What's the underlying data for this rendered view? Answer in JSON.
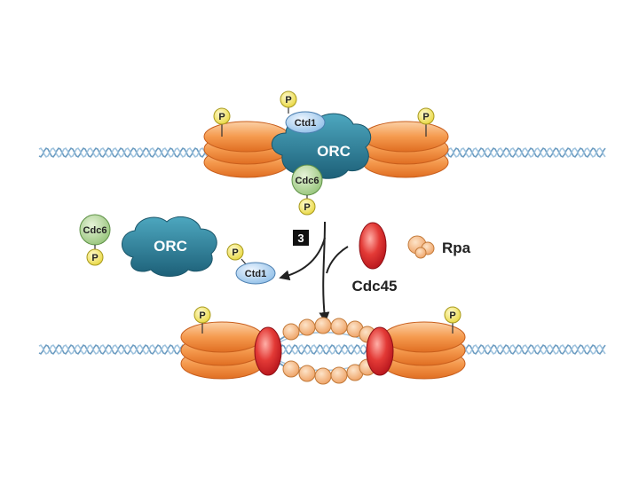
{
  "labels": {
    "orc_top": "ORC",
    "ctd1_top": "Ctd1",
    "cdc6_top": "Cdc6",
    "cdc6_left": "Cdc6",
    "orc_mid": "ORC",
    "ctd1_mid": "Ctd1",
    "step": "3",
    "cdc45": "Cdc45",
    "rpa": "Rpa",
    "phosphate": "P"
  },
  "colors": {
    "dna": "#7aa6c8",
    "mcm_orange": "#f28a3c",
    "orc_teal": "#2b7f99",
    "cdc6_green": "#a9d18e",
    "ctd1_blue": "#a9cdee",
    "phosphate_yellow": "#f2e35a",
    "cdc45_red": "#d8232a",
    "rpa_peach": "#f6b27a"
  }
}
